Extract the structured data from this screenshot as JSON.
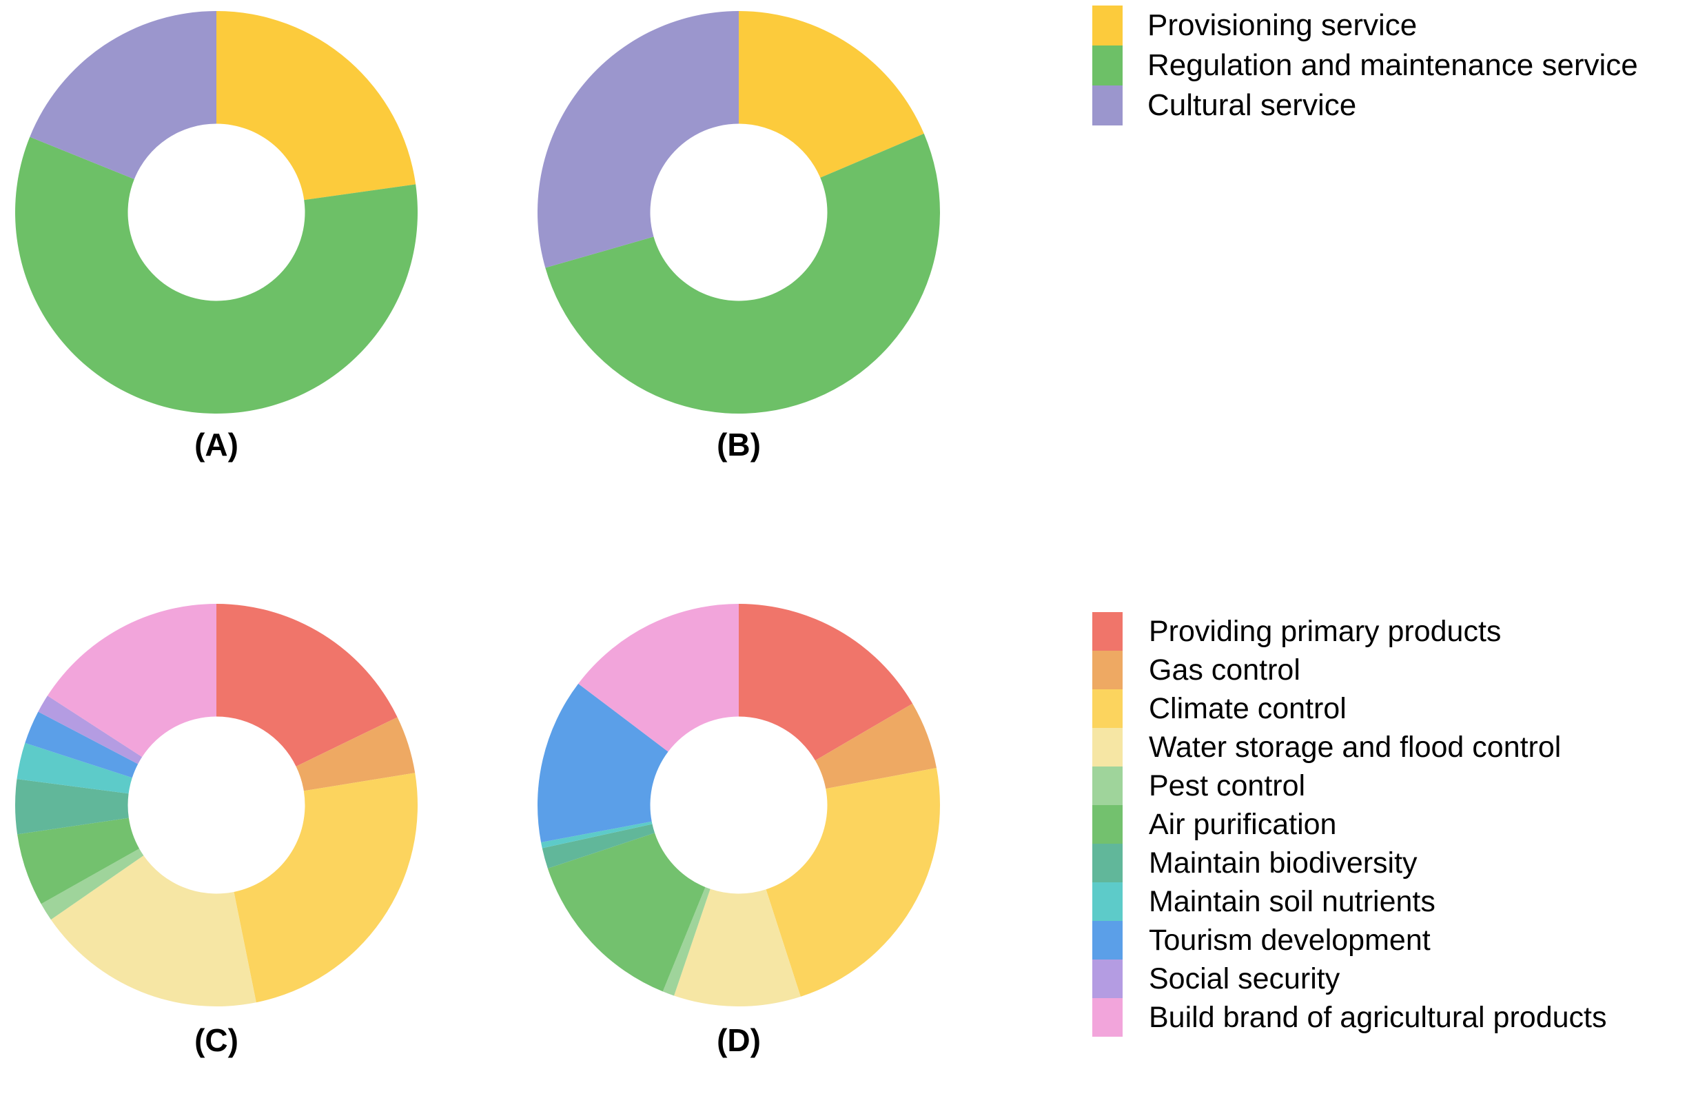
{
  "figure": {
    "background": "#ffffff",
    "panels": [
      {
        "id": "A",
        "label": "(A)"
      },
      {
        "id": "B",
        "label": "(B)"
      },
      {
        "id": "C",
        "label": "(C)"
      },
      {
        "id": "D",
        "label": "(D)"
      }
    ]
  },
  "legend_top": {
    "entries": [
      {
        "label": "Provisioning service",
        "color": "#FCCB3C"
      },
      {
        "label": "Regulation and maintenance service",
        "color": "#6DC067"
      },
      {
        "label": "Cultural service",
        "color": "#9B96CD"
      }
    ]
  },
  "legend_bottom": {
    "entries": [
      {
        "label": "Providing primary products",
        "color": "#F0756A"
      },
      {
        "label": "Gas control",
        "color": "#EEA963"
      },
      {
        "label": "Climate control",
        "color": "#FCD45E"
      },
      {
        "label": "Water storage and flood control",
        "color": "#F6E6A4"
      },
      {
        "label": "Pest control",
        "color": "#9FD49B"
      },
      {
        "label": "Air purification",
        "color": "#73C16E"
      },
      {
        "label": "Maintain biodiversity",
        "color": "#61B79A"
      },
      {
        "label": "Maintain soil nutrients",
        "color": "#5DCBC9"
      },
      {
        "label": "Tourism development",
        "color": "#5B9FE8"
      },
      {
        "label": "Social security",
        "color": "#B49CE2"
      },
      {
        "label": "Build brand of agricultural products",
        "color": "#F2A5DB"
      }
    ]
  },
  "chart_data": [
    {
      "id": "A",
      "type": "pie",
      "title": "(A)",
      "donut_hole_ratio": 0.44,
      "start_angle_deg": 0,
      "direction": "clockwise",
      "labels": [
        "Provisioning service",
        "Regulation and maintenance service",
        "Cultural service"
      ],
      "colors": [
        "#FCCB3C",
        "#6DC067",
        "#9B96CD"
      ],
      "values": [
        22.8,
        58.3,
        18.9
      ],
      "units": "percent",
      "angles_deg": [
        82,
        210,
        68
      ]
    },
    {
      "id": "B",
      "type": "pie",
      "title": "(B)",
      "donut_hole_ratio": 0.44,
      "start_angle_deg": 0,
      "direction": "clockwise",
      "labels": [
        "Provisioning service",
        "Regulation and maintenance service",
        "Cultural service"
      ],
      "colors": [
        "#FCCB3C",
        "#6DC067",
        "#9B96CD"
      ],
      "values": [
        18.6,
        51.9,
        29.5
      ],
      "units": "percent",
      "angles_deg": [
        67,
        187,
        106
      ]
    },
    {
      "id": "C",
      "type": "pie",
      "title": "(C)",
      "donut_hole_ratio": 0.44,
      "start_angle_deg": 0,
      "direction": "clockwise",
      "labels": [
        "Providing primary products",
        "Gas control",
        "Climate control",
        "Water storage and flood control",
        "Pest control",
        "Air purification",
        "Maintain biodiversity",
        "Maintain soil nutrients",
        "Tourism development",
        "Social security",
        "Build brand of agricultural products"
      ],
      "colors": [
        "#F0756A",
        "#EEA963",
        "#FCD45E",
        "#F6E6A4",
        "#9FD49B",
        "#73C16E",
        "#61B79A",
        "#5DCBC9",
        "#5B9FE8",
        "#B49CE2",
        "#F2A5DB"
      ],
      "values": [
        20.3,
        5.3,
        27.8,
        21.1,
        1.7,
        6.7,
        5.0,
        3.3,
        3.1,
        1.7,
        18.1
      ],
      "units": "percent",
      "angles_deg": [
        73,
        19,
        100,
        76,
        6,
        24,
        18,
        12,
        11,
        6,
        65
      ]
    },
    {
      "id": "D",
      "type": "pie",
      "title": "(D)",
      "donut_hole_ratio": 0.44,
      "start_angle_deg": 0,
      "direction": "clockwise",
      "labels": [
        "Providing primary products",
        "Gas control",
        "Climate control",
        "Water storage and flood control",
        "Pest control",
        "Air purification",
        "Maintain biodiversity",
        "Maintain soil nutrients",
        "Tourism development",
        "Social security",
        "Build brand of agricultural products"
      ],
      "colors": [
        "#F0756A",
        "#EEA963",
        "#FCD45E",
        "#F6E6A4",
        "#9FD49B",
        "#73C16E",
        "#61B79A",
        "#5DCBC9",
        "#5B9FE8",
        "#B49CE2",
        "#F2A5DB"
      ],
      "values": [
        19.4,
        6.4,
        26.9,
        11.9,
        1.1,
        16.1,
        1.9,
        0.6,
        15.6,
        0.0,
        17.2
      ],
      "units": "percent",
      "angles_deg": [
        70,
        23,
        97,
        43,
        4,
        58,
        7,
        2,
        56,
        0,
        62
      ]
    }
  ]
}
